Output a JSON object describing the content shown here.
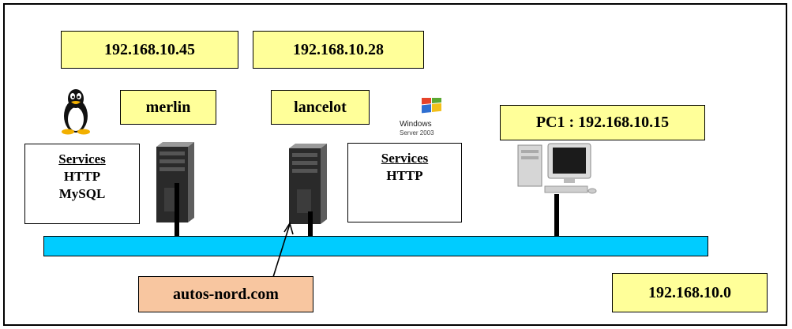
{
  "labels": {
    "ip_merlin": "192.168.10.45",
    "ip_lancelot": "192.168.10.28",
    "merlin": "merlin",
    "lancelot": "lancelot",
    "pc1": "PC1 : 192.168.10.15",
    "network": "192.168.10.0",
    "domain": "autos-nord.com"
  },
  "services_merlin": {
    "title": "Services",
    "items": [
      "HTTP",
      "MySQL"
    ]
  },
  "services_lancelot": {
    "title": "Services",
    "items": [
      "HTTP"
    ]
  },
  "windows_logo": {
    "brand": "Windows",
    "product": "Server 2003"
  },
  "icons": [
    "linux-tux-icon",
    "windows-server-logo-icon",
    "server-tower-icon",
    "desktop-pc-icon"
  ],
  "colors": {
    "label_yellow": "#ffff99",
    "domain_orange": "#f8c6a0",
    "network_bus": "#00ccff"
  }
}
